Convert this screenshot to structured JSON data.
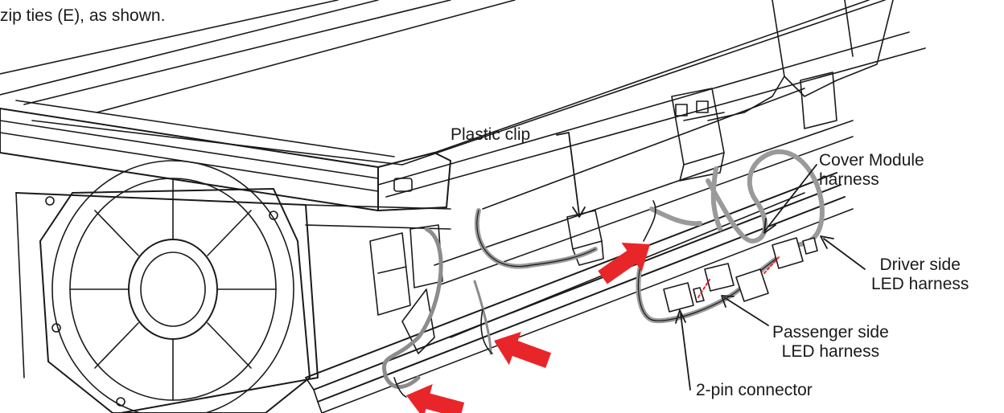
{
  "intro_text": "zip ties (E), as shown.",
  "labels": {
    "plastic_clip": "Plastic clip",
    "cover_module": [
      "Cover Module",
      "harness"
    ],
    "driver_led": [
      "Driver side",
      "LED harness"
    ],
    "passenger_led": [
      "Passenger side",
      "LED harness"
    ],
    "connector": "2-pin connector"
  },
  "colors": {
    "arrow_red": "#e8262a",
    "line": "#1a1a1a",
    "harness_gray": "#9a9a9a",
    "connector_dash": "#e8262a"
  }
}
